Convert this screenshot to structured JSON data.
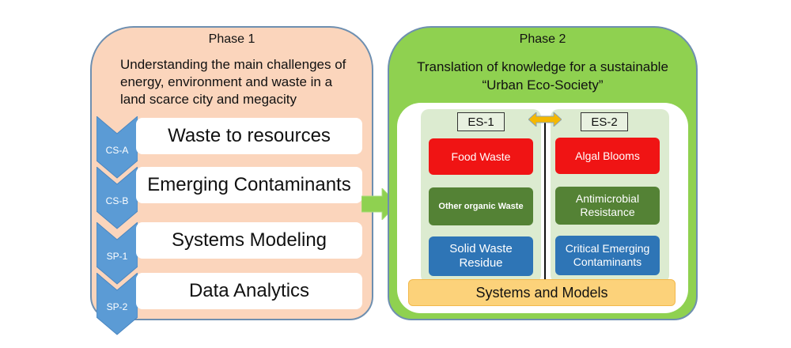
{
  "phase1": {
    "title": "Phase 1",
    "description": "Understanding the main challenges of energy, environment and waste in a land scarce city and megacity",
    "steps": [
      {
        "code": "CS-A",
        "label": "Waste to resources"
      },
      {
        "code": "CS-B",
        "label": "Emerging Contaminants"
      },
      {
        "code": "SP-1",
        "label": "Systems Modeling"
      },
      {
        "code": "SP-2",
        "label": "Data Analytics"
      }
    ]
  },
  "transition_arrow": "right-arrow",
  "phase2": {
    "title": "Phase 2",
    "description": "Translation of knowledge for a sustainable “Urban Eco-Society”",
    "es1": {
      "label": "ES-1",
      "topics": [
        "Food Waste",
        "Other organic Waste",
        "Solid Waste Residue"
      ]
    },
    "es2": {
      "label": "ES-2",
      "topics": [
        "Algal Blooms",
        "Antimicrobial Resistance",
        "Critical Emerging Contaminants"
      ]
    },
    "systems_label": "Systems and Models",
    "colors": {
      "phase1_bg": "#fbd5bc",
      "phase2_bg": "#8fd150",
      "chevron": "#5b9bd5",
      "red": "#f01414",
      "green": "#548235",
      "blue": "#2e75b6",
      "systems": "#fcd27a"
    }
  }
}
